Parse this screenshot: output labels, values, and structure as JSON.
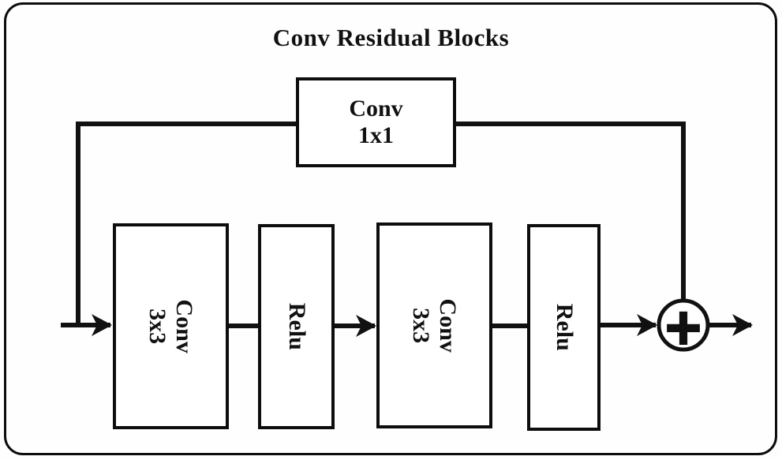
{
  "diagram": {
    "title": "Conv Residual Blocks",
    "blocks": {
      "conv1x1": {
        "line1": "Conv",
        "line2": "1x1"
      },
      "conv3x3_a": {
        "line1": "Conv",
        "line2": "3x3"
      },
      "relu_a": {
        "label": "Relu"
      },
      "conv3x3_b": {
        "line1": "Conv",
        "line2": "3x3"
      },
      "relu_b": {
        "label": "Relu"
      }
    },
    "operators": {
      "sum": "+"
    },
    "colors": {
      "stroke": "#111111",
      "background": "#ffffff"
    }
  }
}
